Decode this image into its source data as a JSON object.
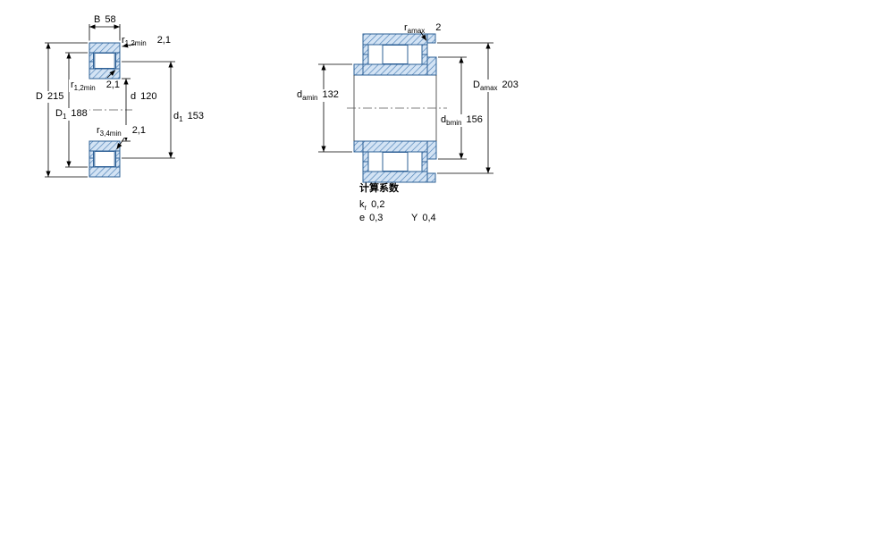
{
  "drawing": "bearing-dimension-drawing",
  "colors": {
    "section_fill": "#d3e3f4",
    "section_stroke": "#2e6096",
    "hatch_line": "#4a7fb5",
    "dimension_line": "#000000",
    "background": "#ffffff"
  },
  "left_view": {
    "name": "bearing-cross-section",
    "dims": {
      "B": {
        "base": "B",
        "sub": "",
        "value": "58"
      },
      "r12_top": {
        "base": "r",
        "sub": "1,2min",
        "value": "2,1"
      },
      "r12_mid": {
        "base": "r",
        "sub": "1,2min",
        "value": "2,1"
      },
      "d": {
        "base": "d",
        "sub": "",
        "value": "120"
      },
      "D": {
        "base": "D",
        "sub": "",
        "value": "215"
      },
      "D1": {
        "base": "D",
        "sub": "1",
        "value": "188"
      },
      "d1": {
        "base": "d",
        "sub": "1",
        "value": "153"
      },
      "r34": {
        "base": "r",
        "sub": "3,4min",
        "value": "2,1"
      }
    }
  },
  "right_view": {
    "name": "abutment-dimensions",
    "dims": {
      "ramax": {
        "base": "r",
        "sub": "amax",
        "value": "2"
      },
      "damin": {
        "base": "d",
        "sub": "amin",
        "value": "132"
      },
      "Damax": {
        "base": "D",
        "sub": "amax",
        "value": "203"
      },
      "dbmin": {
        "base": "d",
        "sub": "bmin",
        "value": "156"
      }
    }
  },
  "calculation_factors": {
    "title": "计算系数",
    "rows": [
      {
        "base": "k",
        "sub": "r",
        "value": "0,2"
      },
      {
        "base": "e",
        "sub": "",
        "value": "0,3"
      },
      {
        "base": "Y",
        "sub": "",
        "value": "0,4"
      }
    ]
  }
}
